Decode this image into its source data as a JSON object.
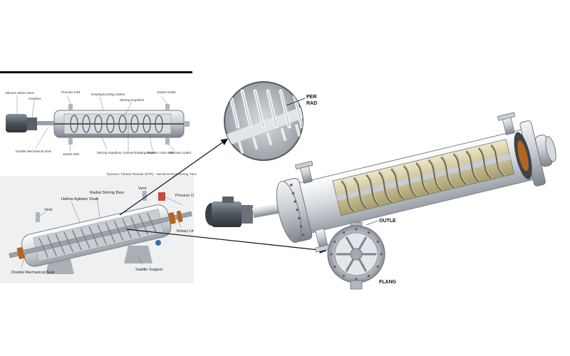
{
  "top_diagram": {
    "labels": {
      "motor": "Electric Motor Drive",
      "gearbox": "Gearbox",
      "process_inlet": "Process Inlet",
      "jacket": "Heating/Cooling Jacket",
      "impellers_top": "Stirring Impellers",
      "jacket_outlet": "Jacket Outlet",
      "seal": "Double Mechanical Seal",
      "jacket_inlet": "Jacket Inlet",
      "impellers_bottom": "Stirring Impellers",
      "shaft": "Central Rotating Shaft",
      "tube_wall": "Reactor Tube Wall",
      "process_outlet": "Process Outlet"
    }
  },
  "mid_diagram": {
    "title": "Dynamic Tubular Reactor (DTR) - Sectional Engineering View",
    "labels": {
      "hollow_shaft": "Hollow Agitator Shaft",
      "radial_bars": "Radial Stirring Bars",
      "vent_left": "Vent",
      "vent_right": "Vent",
      "process_outlet": "Process Outlet",
      "rotary": "Rotary Union",
      "seal": "Double Mechanical Seal",
      "saddle": "Saddle Support"
    }
  },
  "zoom_labels": {
    "per": "PER",
    "rad": "RAD",
    "outlet": "OUTLE",
    "flange": "FLANG"
  },
  "colors": {
    "steel_light": "#e9ecef",
    "steel_mid": "#b9bec4",
    "steel_dark": "#6f757c",
    "copper": "#b5651d",
    "motor_dark": "#4a5058",
    "interior": "#d8cfa8"
  }
}
